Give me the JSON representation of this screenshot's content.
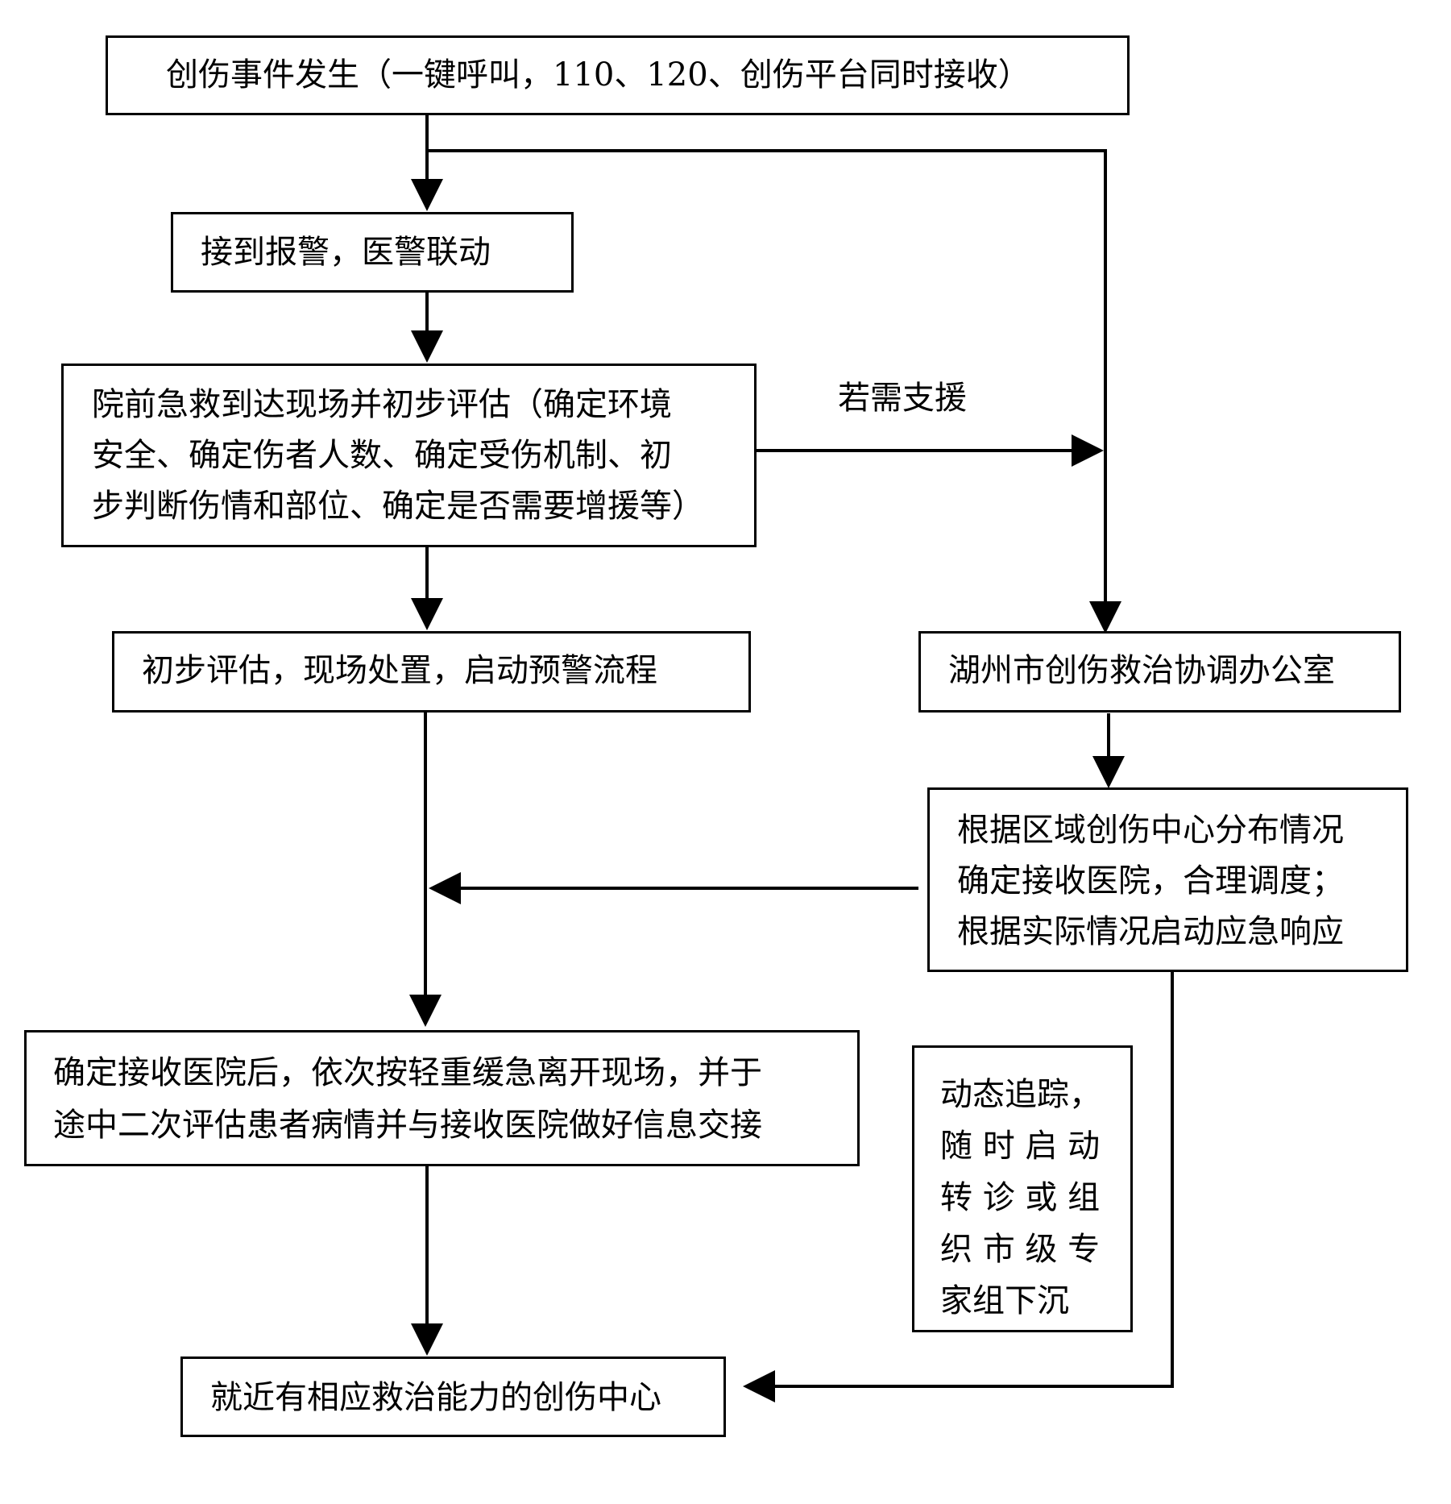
{
  "boxes": {
    "event": "创伤事件发生（一键呼叫，110、120、创伤平台同时接收）",
    "alarm": "接到报警，医警联动",
    "prehospital": [
      "院前急救到达现场并初步评估（确定环境",
      "安全、确定伤者人数、确定受伤机制、初",
      "步判断伤情和部位、确定是否需要增援等）"
    ],
    "onsite": "初步评估，现场处置，启动预警流程",
    "office": "湖州市创伤救治协调办公室",
    "dispatch": [
      "根据区域创伤中心分布情况",
      "确定接收医院，合理调度；",
      "根据实际情况启动应急响应"
    ],
    "transport": [
      "确定接收医院后，依次按轻重缓急离开现场，并于",
      "途中二次评估患者病情并与接收医院做好信息交接"
    ],
    "tracking": [
      "动态追踪，",
      "随 时 启 动",
      "转 诊 或 组",
      "织 市 级 专",
      "家组下沉"
    ],
    "center": "就近有相应救治能力的创伤中心"
  },
  "labels": {
    "support": "若需支援"
  },
  "colors": {
    "stroke": "#000000",
    "background": "#ffffff"
  }
}
